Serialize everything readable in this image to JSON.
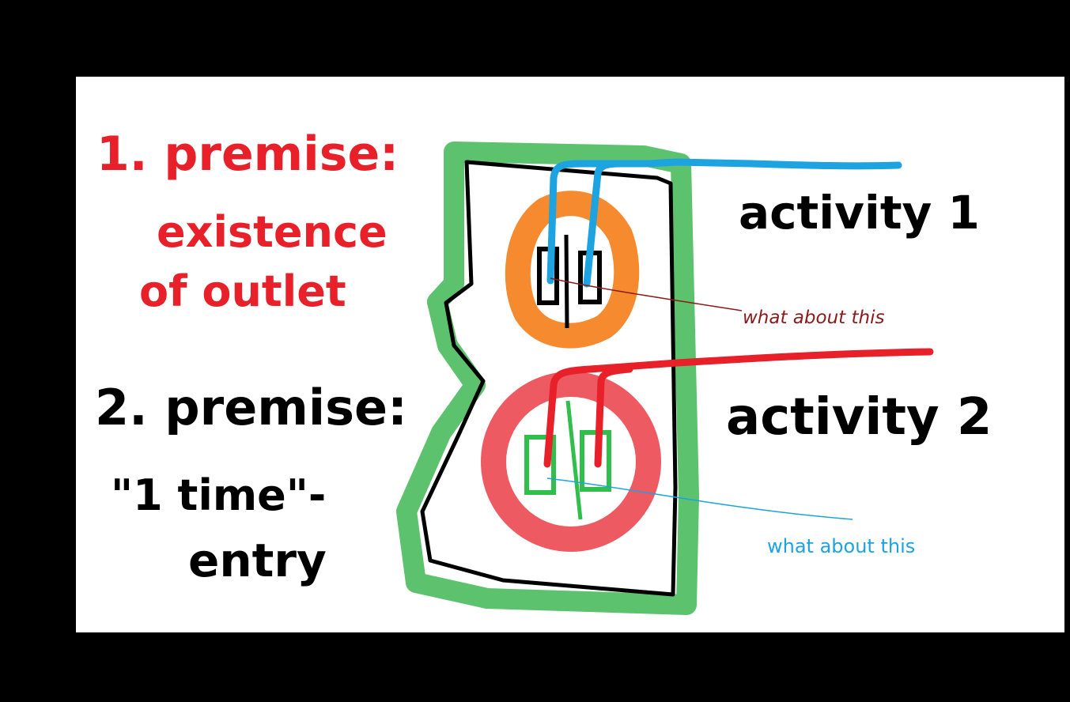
{
  "premise1": {
    "line1": "1. premise:",
    "line2": "existence",
    "line3": "of outlet",
    "color": "#e8202a"
  },
  "premise2": {
    "line1": "2. premise:",
    "line2": "\"1 time\"-",
    "line3": "entry",
    "color": "#000000"
  },
  "activity1": {
    "label": "activity 1",
    "wire_color": "#1ca3e0"
  },
  "activity2": {
    "label": "activity 2",
    "wire_color": "#e8202a"
  },
  "annotation1": {
    "text": "what about this",
    "color": "#8b1a1a"
  },
  "annotation2": {
    "text": "what about this",
    "color": "#1ca3e0"
  },
  "outlet": {
    "border_color": "#5cc26e",
    "upper_ring_color": "#f58a2e",
    "lower_ring_color": "#ee5a62"
  },
  "background": "#000000",
  "board": "#ffffff"
}
